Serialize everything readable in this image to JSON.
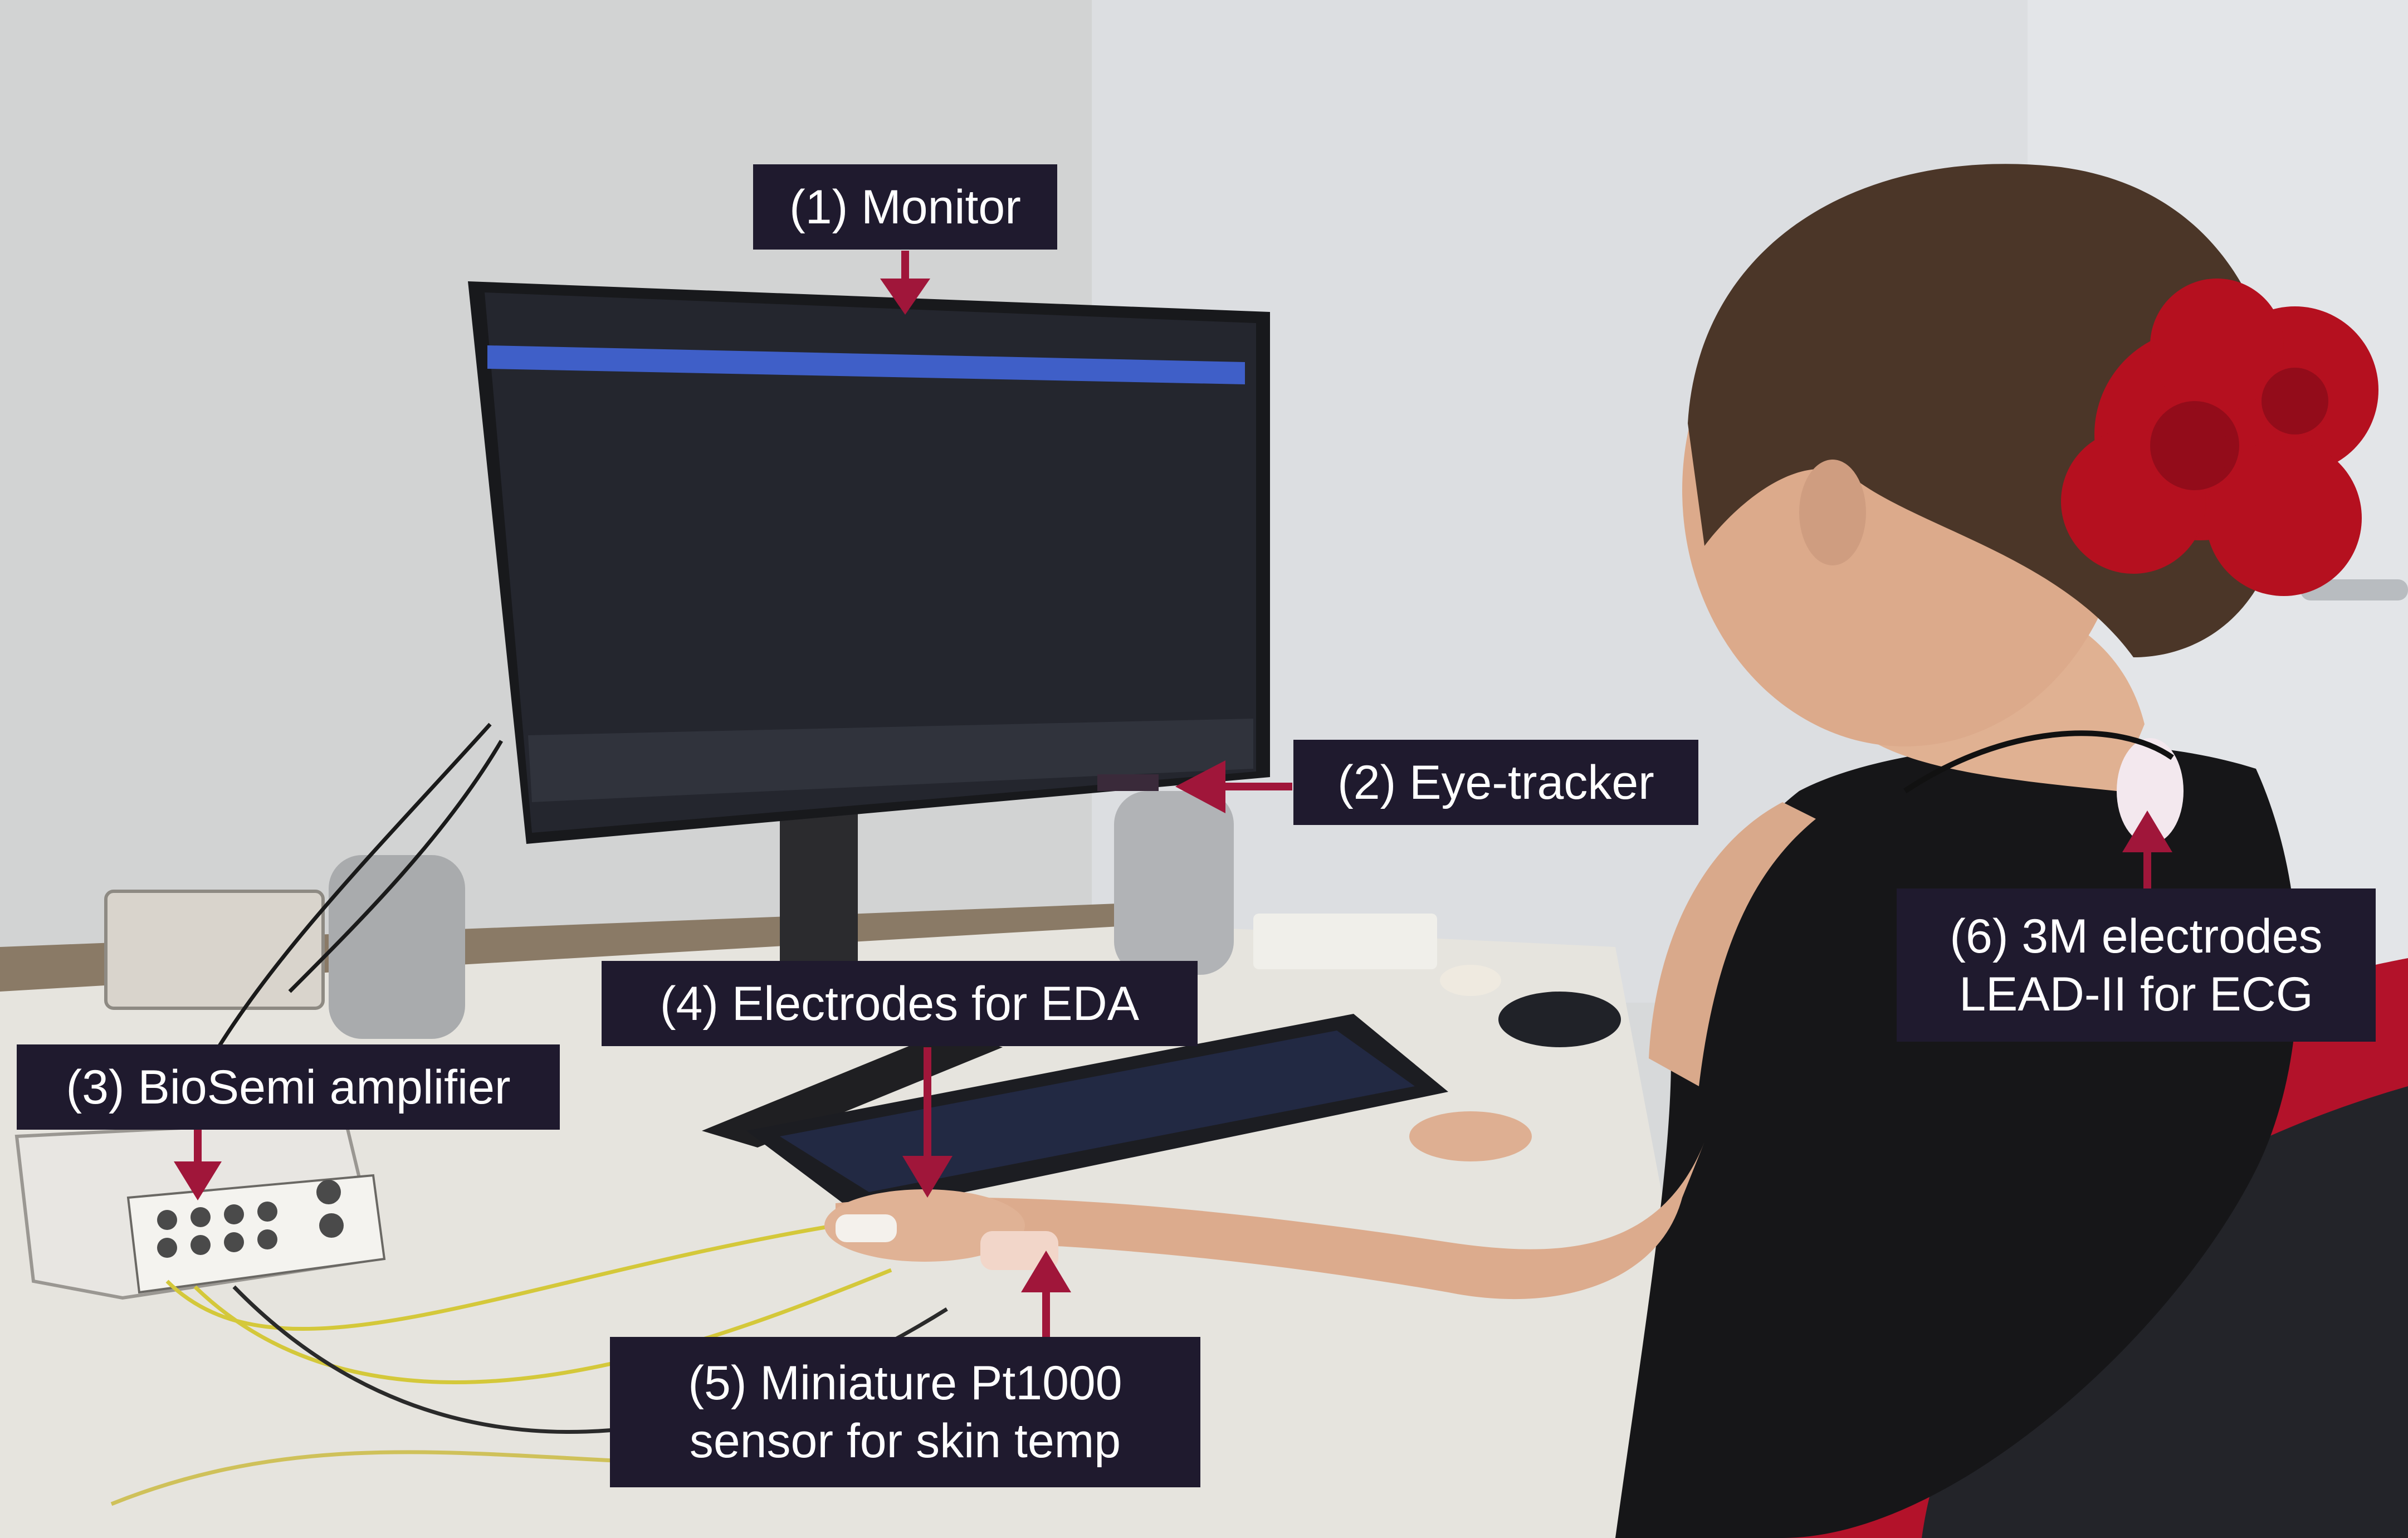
{
  "annotations": {
    "monitor": "(1) Monitor",
    "eye_tracker": "(2) Eye-tracker",
    "amplifier": "(3) BioSemi amplifier",
    "eda": "(4) Electrodes for EDA",
    "skin_temp_line1": "(5) Miniature Pt1000",
    "skin_temp_line2": "sensor for skin temp",
    "ecg_line1": "(6) 3M electrodes",
    "ecg_line2": "LEAD-II for ECG"
  },
  "colors": {
    "label_bg": "#1f1a2e",
    "label_text": "#ffffff",
    "arrow": "#a0163a",
    "wall": "#d7d9da",
    "desk": "#e6e4de",
    "screen": "#24262e",
    "taskbar_accent": "#3f5fc8",
    "chair": "#b3122a",
    "hair_flower": "#b5101f"
  }
}
